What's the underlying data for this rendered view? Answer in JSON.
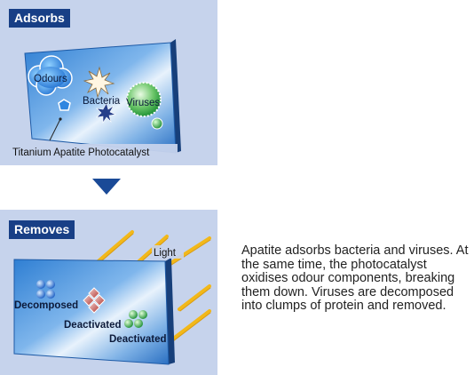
{
  "top_panel": {
    "tag": "Adsorbs",
    "labels": {
      "odours": "Odours",
      "bacteria": "Bacteria",
      "viruses": "Viruses",
      "caption": "Titanium Apatite Photocatalyst"
    }
  },
  "bottom_panel": {
    "tag": "Removes",
    "labels": {
      "light": "Light",
      "decomposed": "Decomposed",
      "deactivated_1": "Deactivated",
      "deactivated_2": "Deactivated"
    }
  },
  "description": "Apatite adsorbs bacteria and viruses. At the same time, the photocatalyst oxidises odour components, breaking them down. Viruses are decomposed into clumps of protein and removed.",
  "colors": {
    "panel_bg": "#c6d3ec",
    "tag_bg": "#183f86",
    "arrow": "#1a4a97",
    "plate": "#3a8bd9",
    "light_rays": "#f2b81a"
  },
  "icons": [
    "odour-cloud-icon",
    "bacteria-star-icon",
    "virus-ball-icon",
    "pentagon-particle-icon",
    "protein-clump-icon",
    "deactivated-diamond-icon",
    "light-ray-icon",
    "down-triangle-icon"
  ]
}
